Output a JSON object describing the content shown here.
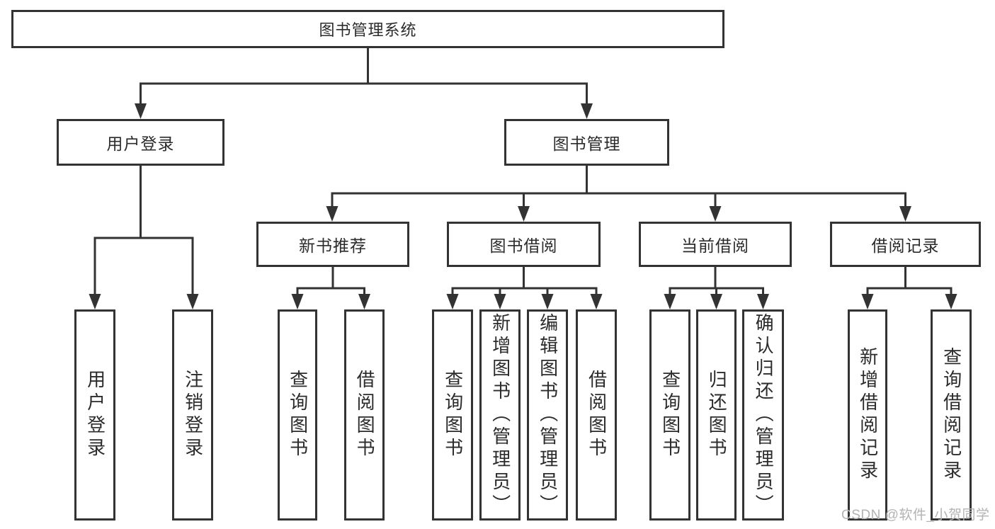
{
  "diagram": {
    "root": {
      "label": "图书管理系统"
    },
    "level2": [
      {
        "label": "用户登录"
      },
      {
        "label": "图书管理"
      }
    ],
    "level3": [
      {
        "label": "新书推荐"
      },
      {
        "label": "图书借阅"
      },
      {
        "label": "当前借阅"
      },
      {
        "label": "借阅记录"
      }
    ],
    "leaves": {
      "user_login": [
        {
          "label": "用户登录"
        },
        {
          "label": "注销登录"
        }
      ],
      "new_book": [
        {
          "label": "查询图书"
        },
        {
          "label": "借阅图书"
        }
      ],
      "borrow": [
        {
          "label": "查询图书"
        },
        {
          "label": "新增图书（管理员）"
        },
        {
          "label": "编辑图书（管理员）"
        },
        {
          "label": "借阅图书"
        }
      ],
      "current": [
        {
          "label": "查询图书"
        },
        {
          "label": "归还图书"
        },
        {
          "label": "确认归还（管理员）"
        }
      ],
      "records": [
        {
          "label": "新增借阅记录"
        },
        {
          "label": "查询借阅记录"
        }
      ]
    },
    "watermark": "CSDN @软件_小贺同学",
    "colors": {
      "line": "#333333",
      "text": "#2b2b2b",
      "background": "#ffffff",
      "watermark": "#b3b3b3"
    }
  }
}
